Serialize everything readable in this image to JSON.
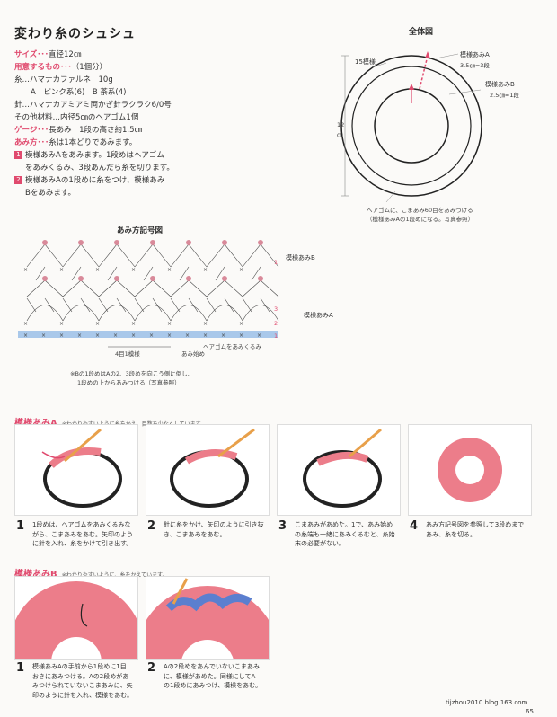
{
  "title": "変わり糸のシュシュ",
  "specs": {
    "size_label": "サイズ･･･",
    "size_value": "直径12㎝",
    "materials_label": "用意するもの･･･",
    "materials_value": "（1個分）",
    "yarn": "糸…ハマナカファルネ　10g",
    "colors": "A　ピンク系(6)　B 茶系(4)",
    "needle": "針…ハマナカアミアミ両かぎ針ラクラク6/0号",
    "other": "その他材料…内径5㎝のヘアゴム1個",
    "gauge_label": "ゲージ･･･",
    "gauge_value": "長あみ　1段の高さ約1.5㎝",
    "method_label": "あみ方･･･",
    "method_value": "糸は1本どりであみます。",
    "step1_num": "1",
    "step1_a": "模様あみAをあみます。1段めはヘアゴム",
    "step1_b": "をあみくるみ、3段あんだら糸を切ります。",
    "step2_num": "2",
    "step2_a": "模様あみAの1段めに糸をつけ、模様あみ",
    "step2_b": "Bをあみます。"
  },
  "overall": {
    "title": "全体図",
    "rows15": "15模様",
    "patA": "模様あみA",
    "patA_dim": "3.5㎝=3段",
    "patB": "模様あみB",
    "patB_dim": "2.5㎝=1段",
    "diam": "12",
    "diam_unit": "㎝",
    "note1": "ヘアゴムに、こまあみ60目をあみつける",
    "note2": "（模様あみAの1段めになる。写真参照）"
  },
  "chart": {
    "title": "あみ方記号図",
    "patB": "模様あみB",
    "patA": "模様あみA",
    "row1": "1",
    "row2": "2",
    "row3": "3",
    "rowB1": "1",
    "repeat": "4目1模様",
    "start": "あみ始め",
    "elastic": "ヘアゴムをあみくるみ",
    "note1": "※Bの1段めはAの2、3段めを向こう側に倒し、",
    "note2": "1段めの上からあみつける（写真参照）"
  },
  "sectionA": {
    "title": "模様あみA",
    "note": "※わかりやすいように糸をかえ、目数を少なくしています。",
    "steps": [
      {
        "num": "1",
        "l1": "1段めは、ヘアゴムをあみくるみな",
        "l2": "がら、こまあみをあむ。矢印のよう",
        "l3": "に針を入れ、糸をかけて引き出す。"
      },
      {
        "num": "2",
        "l1": "針に糸をかけ、矢印のように引き抜",
        "l2": "き、こまあみをあむ。",
        "l3": ""
      },
      {
        "num": "3",
        "l1": "こまあみがあめた。1で、あみ始め",
        "l2": "の糸端も一緒にあみくるむと、糸始",
        "l3": "末の必要がない。"
      },
      {
        "num": "4",
        "l1": "あみ方記号図を参照して3段めまで",
        "l2": "あみ、糸を切る。",
        "l3": ""
      }
    ]
  },
  "sectionB": {
    "title": "模様あみB",
    "note": "※わかりやすいように、糸をかえています。",
    "steps": [
      {
        "num": "1",
        "l1": "模様あみAの手前から1段めに1目",
        "l2": "おきにあみつける。Aの2段めがあ",
        "l3": "みつけられていないこまあみに、矢",
        "l4": "印のように針を入れ、模様をあむ。"
      },
      {
        "num": "2",
        "l1": "Aの2段めをあんでいないこまあみ",
        "l2": "に、模様があめた。同様にしてA",
        "l3": "の1段めにあみつけ、模様をあむ。",
        "l4": ""
      }
    ]
  },
  "footer": {
    "site": "tijzhou2010.blog.163.com",
    "page": "65"
  },
  "colors": {
    "accent": "#e04a6e",
    "blue": "#a9c8ea",
    "yarn_pink": "#ec7d8a",
    "yarn_blue": "#5b7fcf"
  }
}
